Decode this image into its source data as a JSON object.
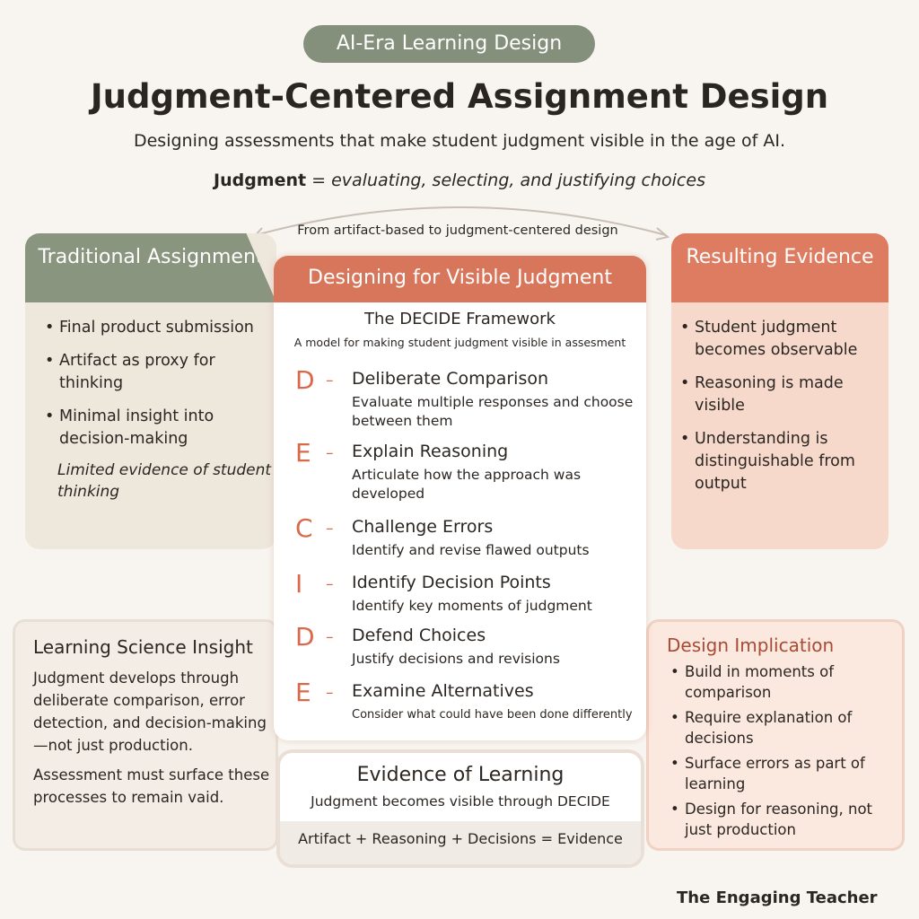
{
  "header": {
    "pill": "AI-Era Learning Design",
    "title": "Judgment-Centered Assignment Design",
    "subtitle": "Designing assessments that make student judgment visible in the age of AI.",
    "definition_term": "Judgment",
    "definition_eq": " = ",
    "definition_text": "evaluating, selecting, and justifying choices"
  },
  "arrow_label": "From artifact-based to judgment-centered design",
  "traditional": {
    "title": "Traditional Assignment",
    "items": [
      "Final product submission",
      "Artifact as proxy for thinking",
      "Minimal insight into decision-making"
    ],
    "note": "Limited evidence of student thinking"
  },
  "resulting": {
    "title": "Resulting Evidence",
    "items": [
      "Student judgment becomes observable",
      "Reasoning is made visible",
      "Understanding is distinguishable from output"
    ]
  },
  "center": {
    "title": "Designing for Visible Judgment",
    "framework": "The DECIDE Framework",
    "framework_sub": "A model for making student judgment visible in assesment",
    "steps": [
      {
        "letter": "D",
        "name": "Deliberate Comparison",
        "desc": "Evaluate multiple responses and choose between them"
      },
      {
        "letter": "E",
        "name": "Explain Reasoning",
        "desc": "Articulate how the approach was developed"
      },
      {
        "letter": "C",
        "name": "Challenge Errors",
        "desc": "Identify and revise flawed outputs"
      },
      {
        "letter": "I",
        "name": "Identify Decision Points",
        "desc": "Identify key moments of judgment"
      },
      {
        "letter": "D",
        "name": "Defend Choices",
        "desc": "Justify decisions and revisions"
      },
      {
        "letter": "E",
        "name": "Examine Alternatives",
        "desc": "Consider what could have been done differently"
      }
    ]
  },
  "insight": {
    "title": "Learning Science Insight",
    "p1": "Judgment develops through deliberate comparison, error detection, and decision-making—not just production.",
    "p2": "Assessment must surface these processes to remain vaid."
  },
  "implication": {
    "title": "Design Implication",
    "items": [
      "Build in moments of comparison",
      "Require explanation of decisions",
      "Surface errors as part of learning",
      "Design for reasoning, not just production"
    ]
  },
  "evidence": {
    "title": "Evidence of Learning",
    "sub": "Judgment becomes visible through DECIDE",
    "formula": "Artifact + Reasoning + Decisions = Evidence"
  },
  "brand": "The Engaging Teacher",
  "colors": {
    "sage": "#8a957f",
    "terracotta": "#d8765b",
    "background": "#f8f5f0"
  }
}
